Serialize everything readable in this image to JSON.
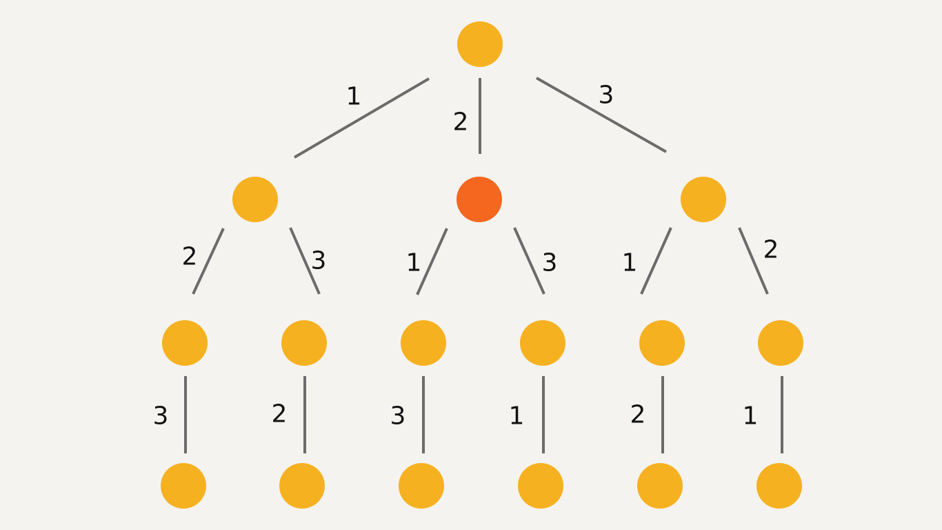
{
  "colors": {
    "background": "#f4f3ef",
    "node": "#f6b121",
    "highlight_node": "#f5661f",
    "edge": "#6b6b6b",
    "label": "#111111"
  },
  "tree": {
    "nodes": [
      {
        "id": "root",
        "level": 0,
        "highlighted": false
      },
      {
        "id": "n1",
        "level": 1,
        "highlighted": false
      },
      {
        "id": "n2",
        "level": 1,
        "highlighted": true
      },
      {
        "id": "n3",
        "level": 1,
        "highlighted": false
      },
      {
        "id": "n1-2",
        "level": 2,
        "highlighted": false
      },
      {
        "id": "n1-3",
        "level": 2,
        "highlighted": false
      },
      {
        "id": "n2-1",
        "level": 2,
        "highlighted": false
      },
      {
        "id": "n2-3",
        "level": 2,
        "highlighted": false
      },
      {
        "id": "n3-1",
        "level": 2,
        "highlighted": false
      },
      {
        "id": "n3-2",
        "level": 2,
        "highlighted": false
      },
      {
        "id": "n1-2-3",
        "level": 3,
        "highlighted": false
      },
      {
        "id": "n1-3-2",
        "level": 3,
        "highlighted": false
      },
      {
        "id": "n2-1-3",
        "level": 3,
        "highlighted": false
      },
      {
        "id": "n2-3-1",
        "level": 3,
        "highlighted": false
      },
      {
        "id": "n3-1-2",
        "level": 3,
        "highlighted": false
      },
      {
        "id": "n3-2-1",
        "level": 3,
        "highlighted": false
      }
    ],
    "edges": [
      {
        "from": "root",
        "to": "n1",
        "label": "1"
      },
      {
        "from": "root",
        "to": "n2",
        "label": "2"
      },
      {
        "from": "root",
        "to": "n3",
        "label": "3"
      },
      {
        "from": "n1",
        "to": "n1-2",
        "label": "2"
      },
      {
        "from": "n1",
        "to": "n1-3",
        "label": "3"
      },
      {
        "from": "n2",
        "to": "n2-1",
        "label": "1"
      },
      {
        "from": "n2",
        "to": "n2-3",
        "label": "3"
      },
      {
        "from": "n3",
        "to": "n3-1",
        "label": "1"
      },
      {
        "from": "n3",
        "to": "n3-2",
        "label": "2"
      },
      {
        "from": "n1-2",
        "to": "n1-2-3",
        "label": "3"
      },
      {
        "from": "n1-3",
        "to": "n1-3-2",
        "label": "2"
      },
      {
        "from": "n2-1",
        "to": "n2-1-3",
        "label": "3"
      },
      {
        "from": "n2-3",
        "to": "n2-3-1",
        "label": "1"
      },
      {
        "from": "n3-1",
        "to": "n3-1-2",
        "label": "2"
      },
      {
        "from": "n3-2",
        "to": "n3-2-1",
        "label": "1"
      }
    ]
  }
}
